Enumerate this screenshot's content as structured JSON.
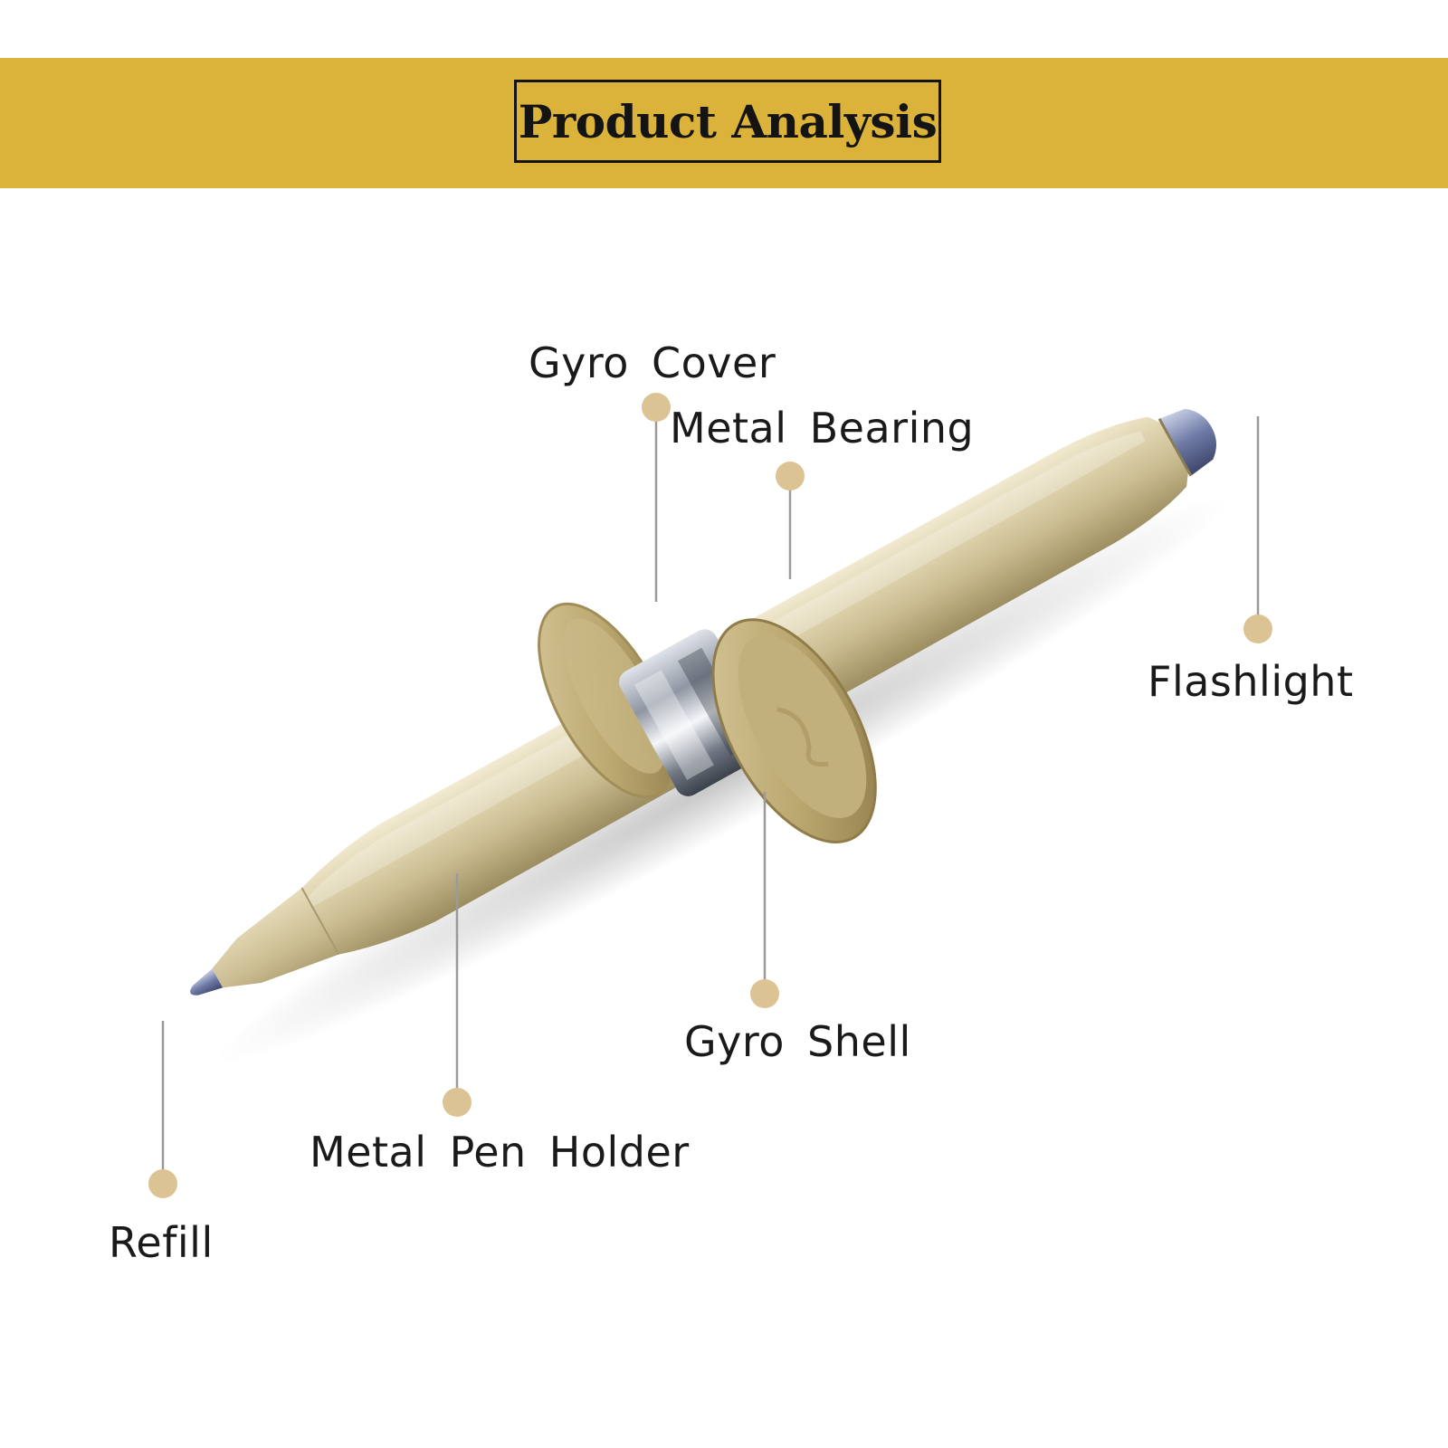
{
  "header": {
    "title": "Product Analysis"
  },
  "parts": [
    {
      "id": "gyro-cover",
      "label": "Gyro Cover"
    },
    {
      "id": "metal-bearing",
      "label": "Metal Bearing"
    },
    {
      "id": "flashlight",
      "label": "Flashlight"
    },
    {
      "id": "gyro-shell",
      "label": "Gyro Shell"
    },
    {
      "id": "metal-pen-holder",
      "label": "Metal Pen Holder"
    },
    {
      "id": "refill",
      "label": "Refill"
    }
  ],
  "colors": {
    "banner": "#dbb33a",
    "pen_body": "#cfc29a",
    "callout_dot": "#dcc393",
    "leader_line": "#9a9a9a"
  }
}
